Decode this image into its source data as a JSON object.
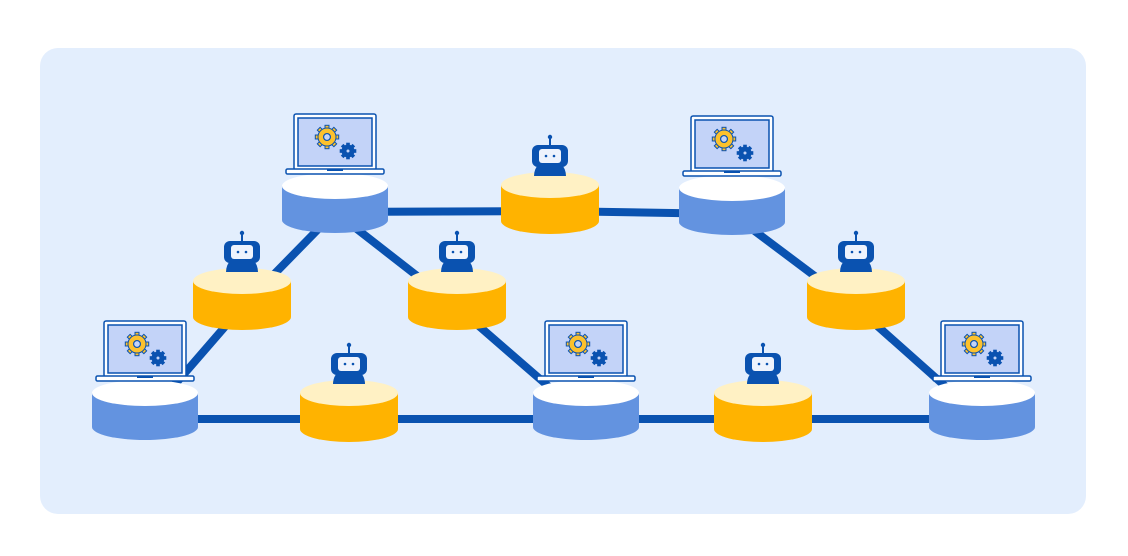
{
  "colors": {
    "panel": "#e3eefd",
    "edge": "#0a52b0",
    "server_side": "#6393e0",
    "server_top": "#ffffff",
    "agent_side": "#ffb300",
    "agent_top": "#fff1c4",
    "screen": "#c3d3f8",
    "gear_big": "#fcc12d",
    "dark": "#0a52b0"
  },
  "nodes": [
    {
      "id": "L1",
      "type": "laptop-server",
      "icon": "laptop-gears-icon"
    },
    {
      "id": "L2",
      "type": "laptop-server",
      "icon": "laptop-gears-icon"
    },
    {
      "id": "L3",
      "type": "laptop-server",
      "icon": "laptop-gears-icon"
    },
    {
      "id": "L4",
      "type": "laptop-server",
      "icon": "laptop-gears-icon"
    },
    {
      "id": "L5",
      "type": "laptop-server",
      "icon": "laptop-gears-icon"
    },
    {
      "id": "R1",
      "type": "robot-agent",
      "icon": "robot-icon"
    },
    {
      "id": "R2",
      "type": "robot-agent",
      "icon": "robot-icon"
    },
    {
      "id": "R3",
      "type": "robot-agent",
      "icon": "robot-icon"
    },
    {
      "id": "R4",
      "type": "robot-agent",
      "icon": "robot-icon"
    },
    {
      "id": "R5",
      "type": "robot-agent",
      "icon": "robot-icon"
    },
    {
      "id": "R6",
      "type": "robot-agent",
      "icon": "robot-icon"
    }
  ],
  "edges": [
    [
      "L1",
      "R1"
    ],
    [
      "R1",
      "L2"
    ],
    [
      "L1",
      "R2"
    ],
    [
      "R2",
      "L3"
    ],
    [
      "L1",
      "R3"
    ],
    [
      "R3",
      "L4"
    ],
    [
      "L2",
      "R4"
    ],
    [
      "R4",
      "L5"
    ],
    [
      "L3",
      "R5"
    ],
    [
      "R5",
      "L4"
    ],
    [
      "L4",
      "R6"
    ],
    [
      "R6",
      "L5"
    ]
  ]
}
